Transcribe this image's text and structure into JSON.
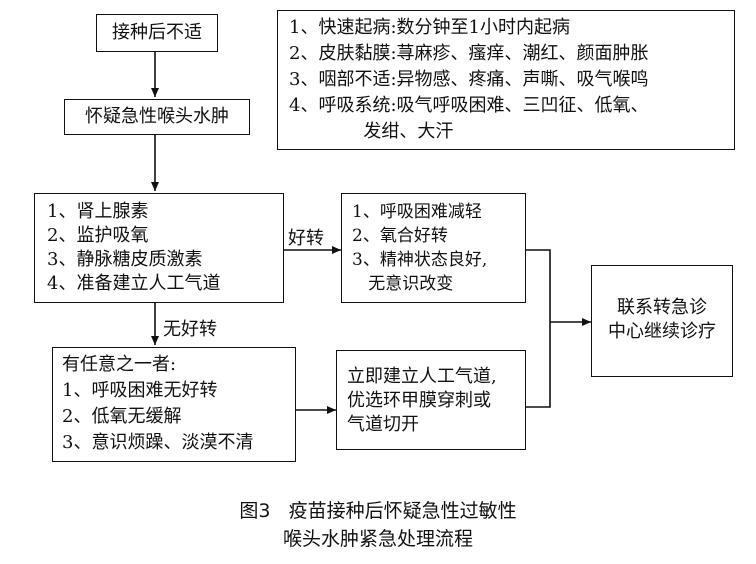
{
  "flow": {
    "start": "接种后不适",
    "suspect": "怀疑急性喉头水肿",
    "treatment": [
      "1、肾上腺素",
      "2、监护吸氧",
      "3、静脉糖皮质激素",
      "4、准备建立人工气道"
    ],
    "improved_label": "好转",
    "improved": [
      "1、呼吸困难减轻",
      "2、氧合好转",
      "3、精神状态良好,",
      "   无意识改变"
    ],
    "no_improve_label": "无好转",
    "any_of": [
      "有任意之一者:",
      "1、呼吸困难无好转",
      "2、低氧无缓解",
      "3、意识烦躁、淡漠不清"
    ],
    "airway": [
      "立即建立人工气道,",
      "优选环甲膜穿刺或",
      "气道切开"
    ],
    "transfer": [
      "联系转急诊",
      "中心继续诊疗"
    ]
  },
  "symptoms": [
    "1、快速起病:数分钟至1小时内起病",
    "2、皮肤黏膜:荨麻疹、瘙痒、潮红、颜面肿胀",
    "3、咽部不适:异物感、疼痛、声嘶、吸气喉鸣",
    "4、呼吸系统:吸气呼吸困难、三凹征、低氧、",
    "             发绀、大汗"
  ],
  "caption": {
    "line1": "图3   疫苗接种后怀疑急性过敏性",
    "line2": "喉头水肿紧急处理流程"
  }
}
